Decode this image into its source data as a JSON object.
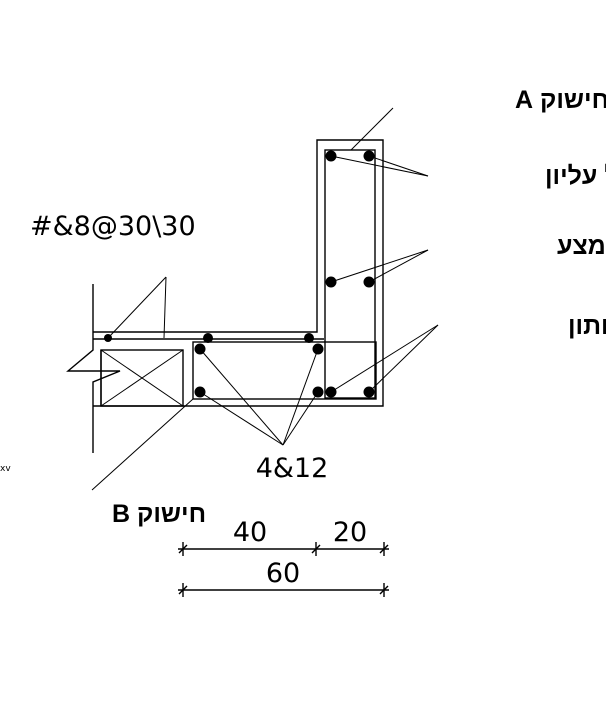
{
  "labels": {
    "stirrup_a": "חישוק A",
    "top_bars": "ברזל עליון",
    "middle_bars": "ברזל אמצע",
    "bottom_bars": "ברזל תחתון",
    "stirrup_b": "חישוק B",
    "slab_mesh": "#&8@30\\30",
    "beam_bars": "4&12",
    "corner_mark": "xv"
  },
  "dimensions": {
    "left": "40",
    "right": "20",
    "total": "60"
  },
  "colors": {
    "lines": "#000000",
    "background": "#ffffff"
  }
}
